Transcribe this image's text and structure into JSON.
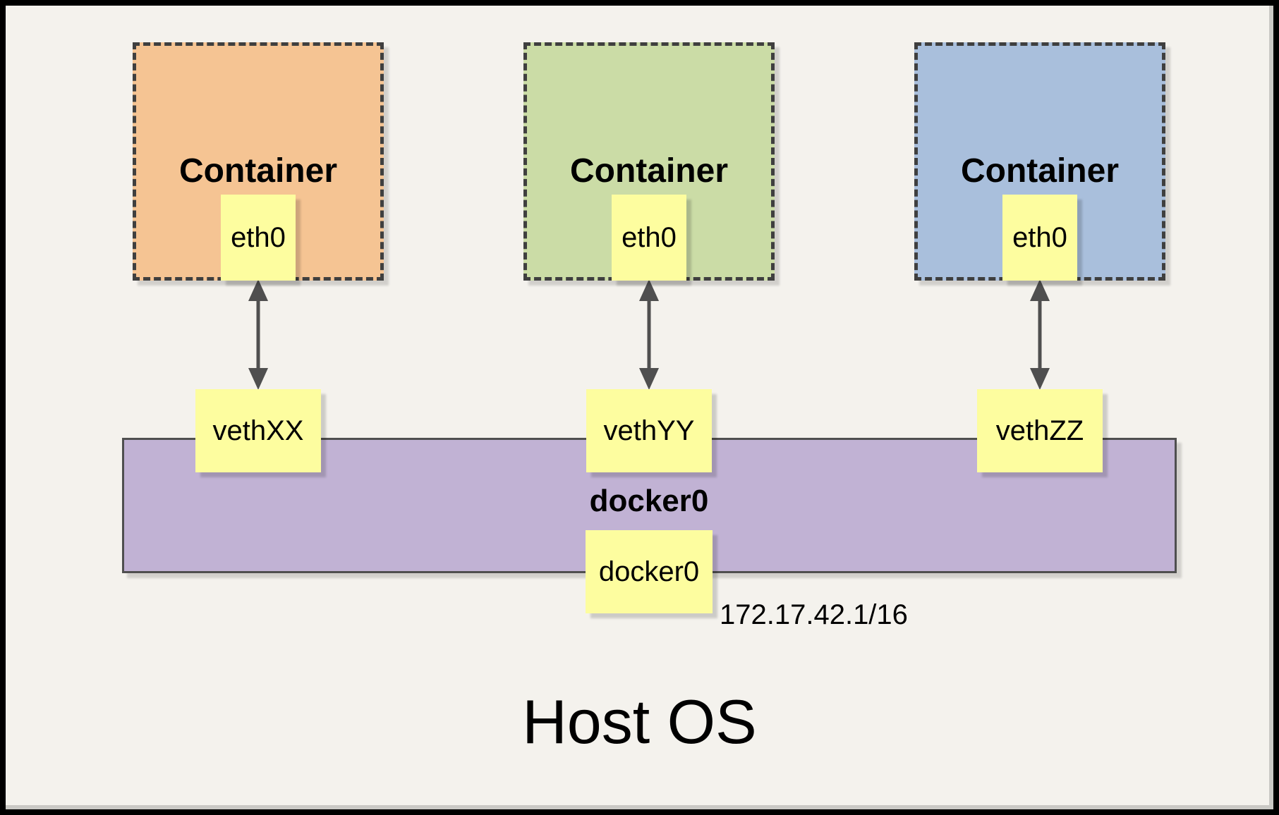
{
  "title": "Host OS",
  "containers": [
    {
      "label": "Container",
      "interface": "eth0",
      "veth": "vethXX",
      "fill": "#f5c493"
    },
    {
      "label": "Container",
      "interface": "eth0",
      "veth": "vethYY",
      "fill": "#cbdca6"
    },
    {
      "label": "Container",
      "interface": "eth0",
      "veth": "vethZZ",
      "fill": "#a9bfdc"
    }
  ],
  "bridge": {
    "label": "docker0",
    "interface": "docker0",
    "ip": "172.17.42.1/16",
    "fill": "#c1b2d4"
  },
  "colors": {
    "interface_box": "#fdfd9f",
    "background": "#f4f2ed",
    "arrow": "#4f4f4f",
    "dashed_border": "#3f3f3f"
  }
}
